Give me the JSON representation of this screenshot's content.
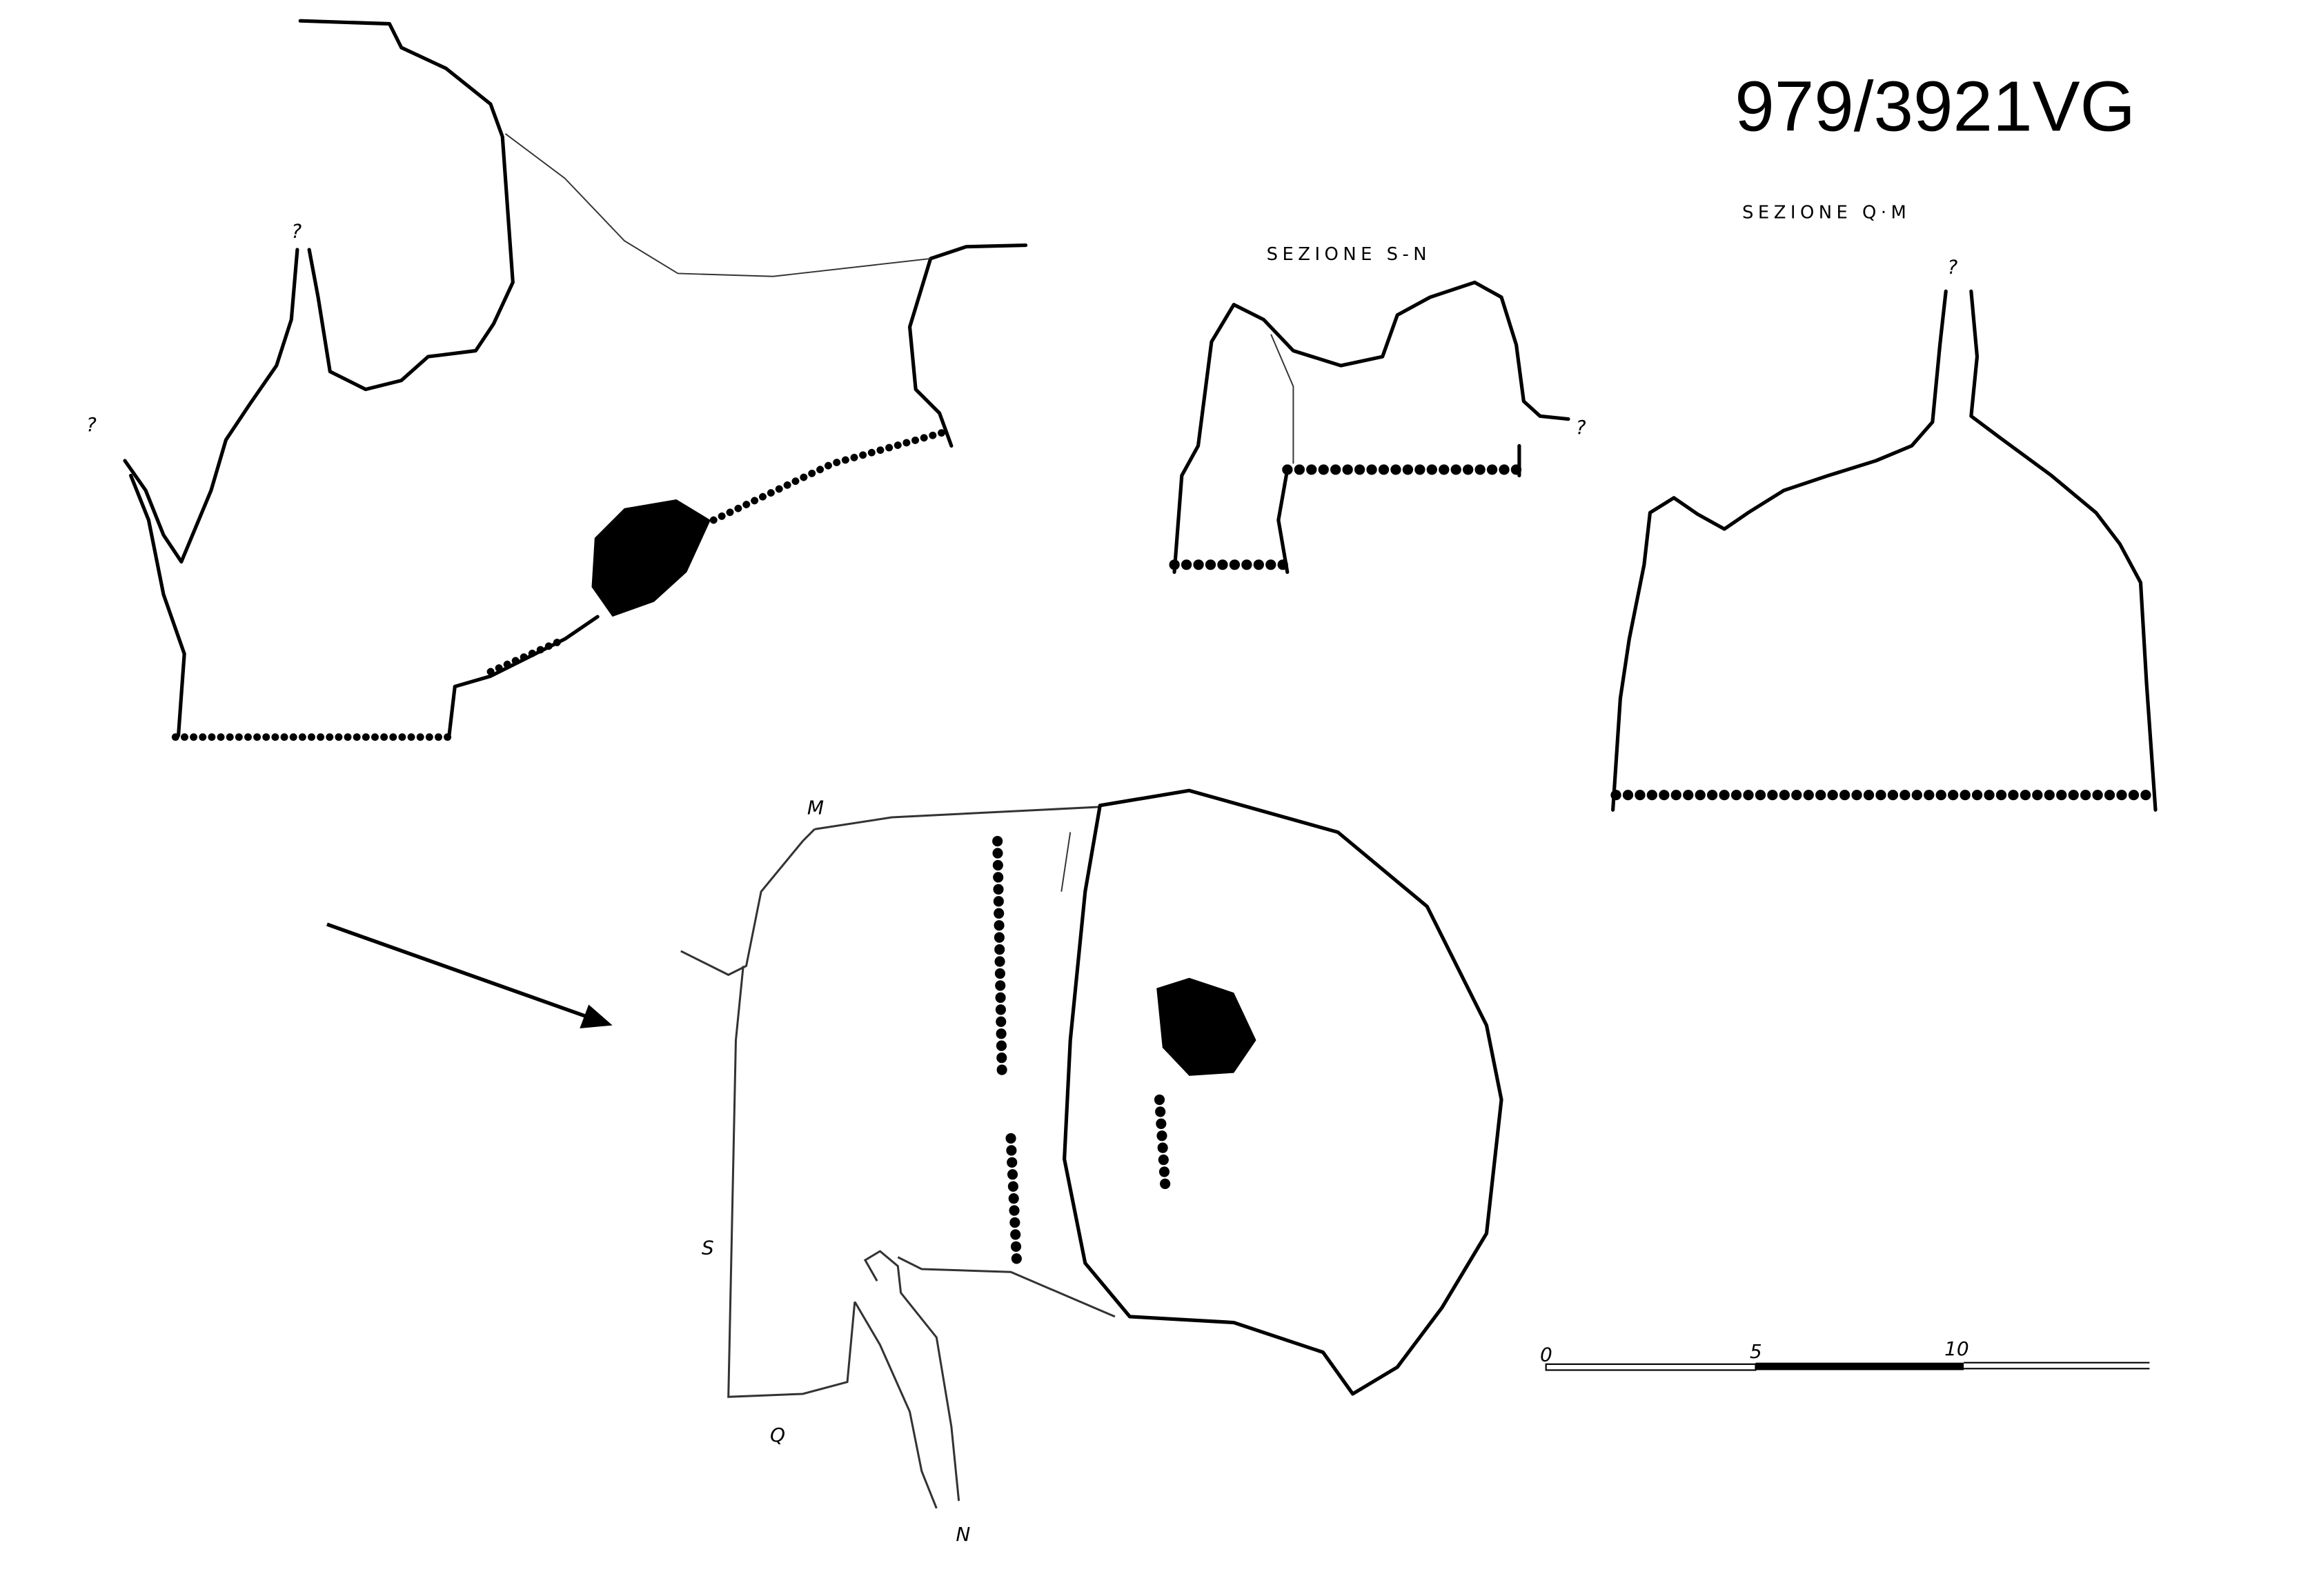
{
  "drawing": {
    "reference_code": "979/3921VG",
    "sections": [
      {
        "label": "SEZIONE S-N"
      },
      {
        "label": "SEZIONE Q·M"
      }
    ],
    "unknown_marker": "?",
    "plan_points": {
      "m": "M",
      "s": "S",
      "q": "Q",
      "n": "N"
    },
    "scale_bar": {
      "ticks": [
        "0",
        "5",
        "10"
      ]
    }
  }
}
